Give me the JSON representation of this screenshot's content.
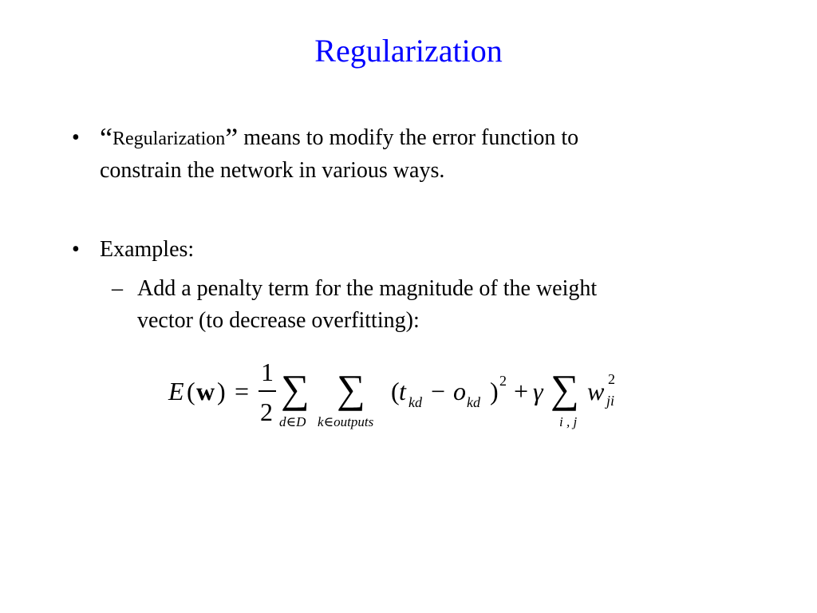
{
  "slide": {
    "title": "Regularization",
    "title_color": "#0000ff",
    "bullets": [
      {
        "symbol": "•",
        "open_quote": "“",
        "quoted_term": "Regularization",
        "close_quote": "”",
        "line1_rest": " means to modify the error function to",
        "line2": "constrain the network in various ways."
      },
      {
        "symbol": "•",
        "text": "Examples:",
        "sub": {
          "symbol": "–",
          "line1": "Add a penalty term for the magnitude of the weight",
          "line2": "vector (to decrease overfitting):"
        }
      }
    ]
  },
  "formula": {
    "E": "E",
    "lparen": "(",
    "w": "w",
    "rparen": ")",
    "equals": "=",
    "numerator": "1",
    "denominator": "2",
    "sum1": "∑",
    "sum1_sub": "d∈D",
    "sum2": "∑",
    "sum2_sub": "k∈outputs",
    "open_paren": "(",
    "t": "t",
    "t_sub": "kd",
    "minus": "−",
    "o": "o",
    "o_sub": "kd",
    "close_paren": ")",
    "power": "2",
    "plus": "+",
    "gamma": "γ",
    "sum3": "∑",
    "sum3_sub": "i , j",
    "w2": "w",
    "w2_sup": "2",
    "w2_sub": "ji"
  }
}
